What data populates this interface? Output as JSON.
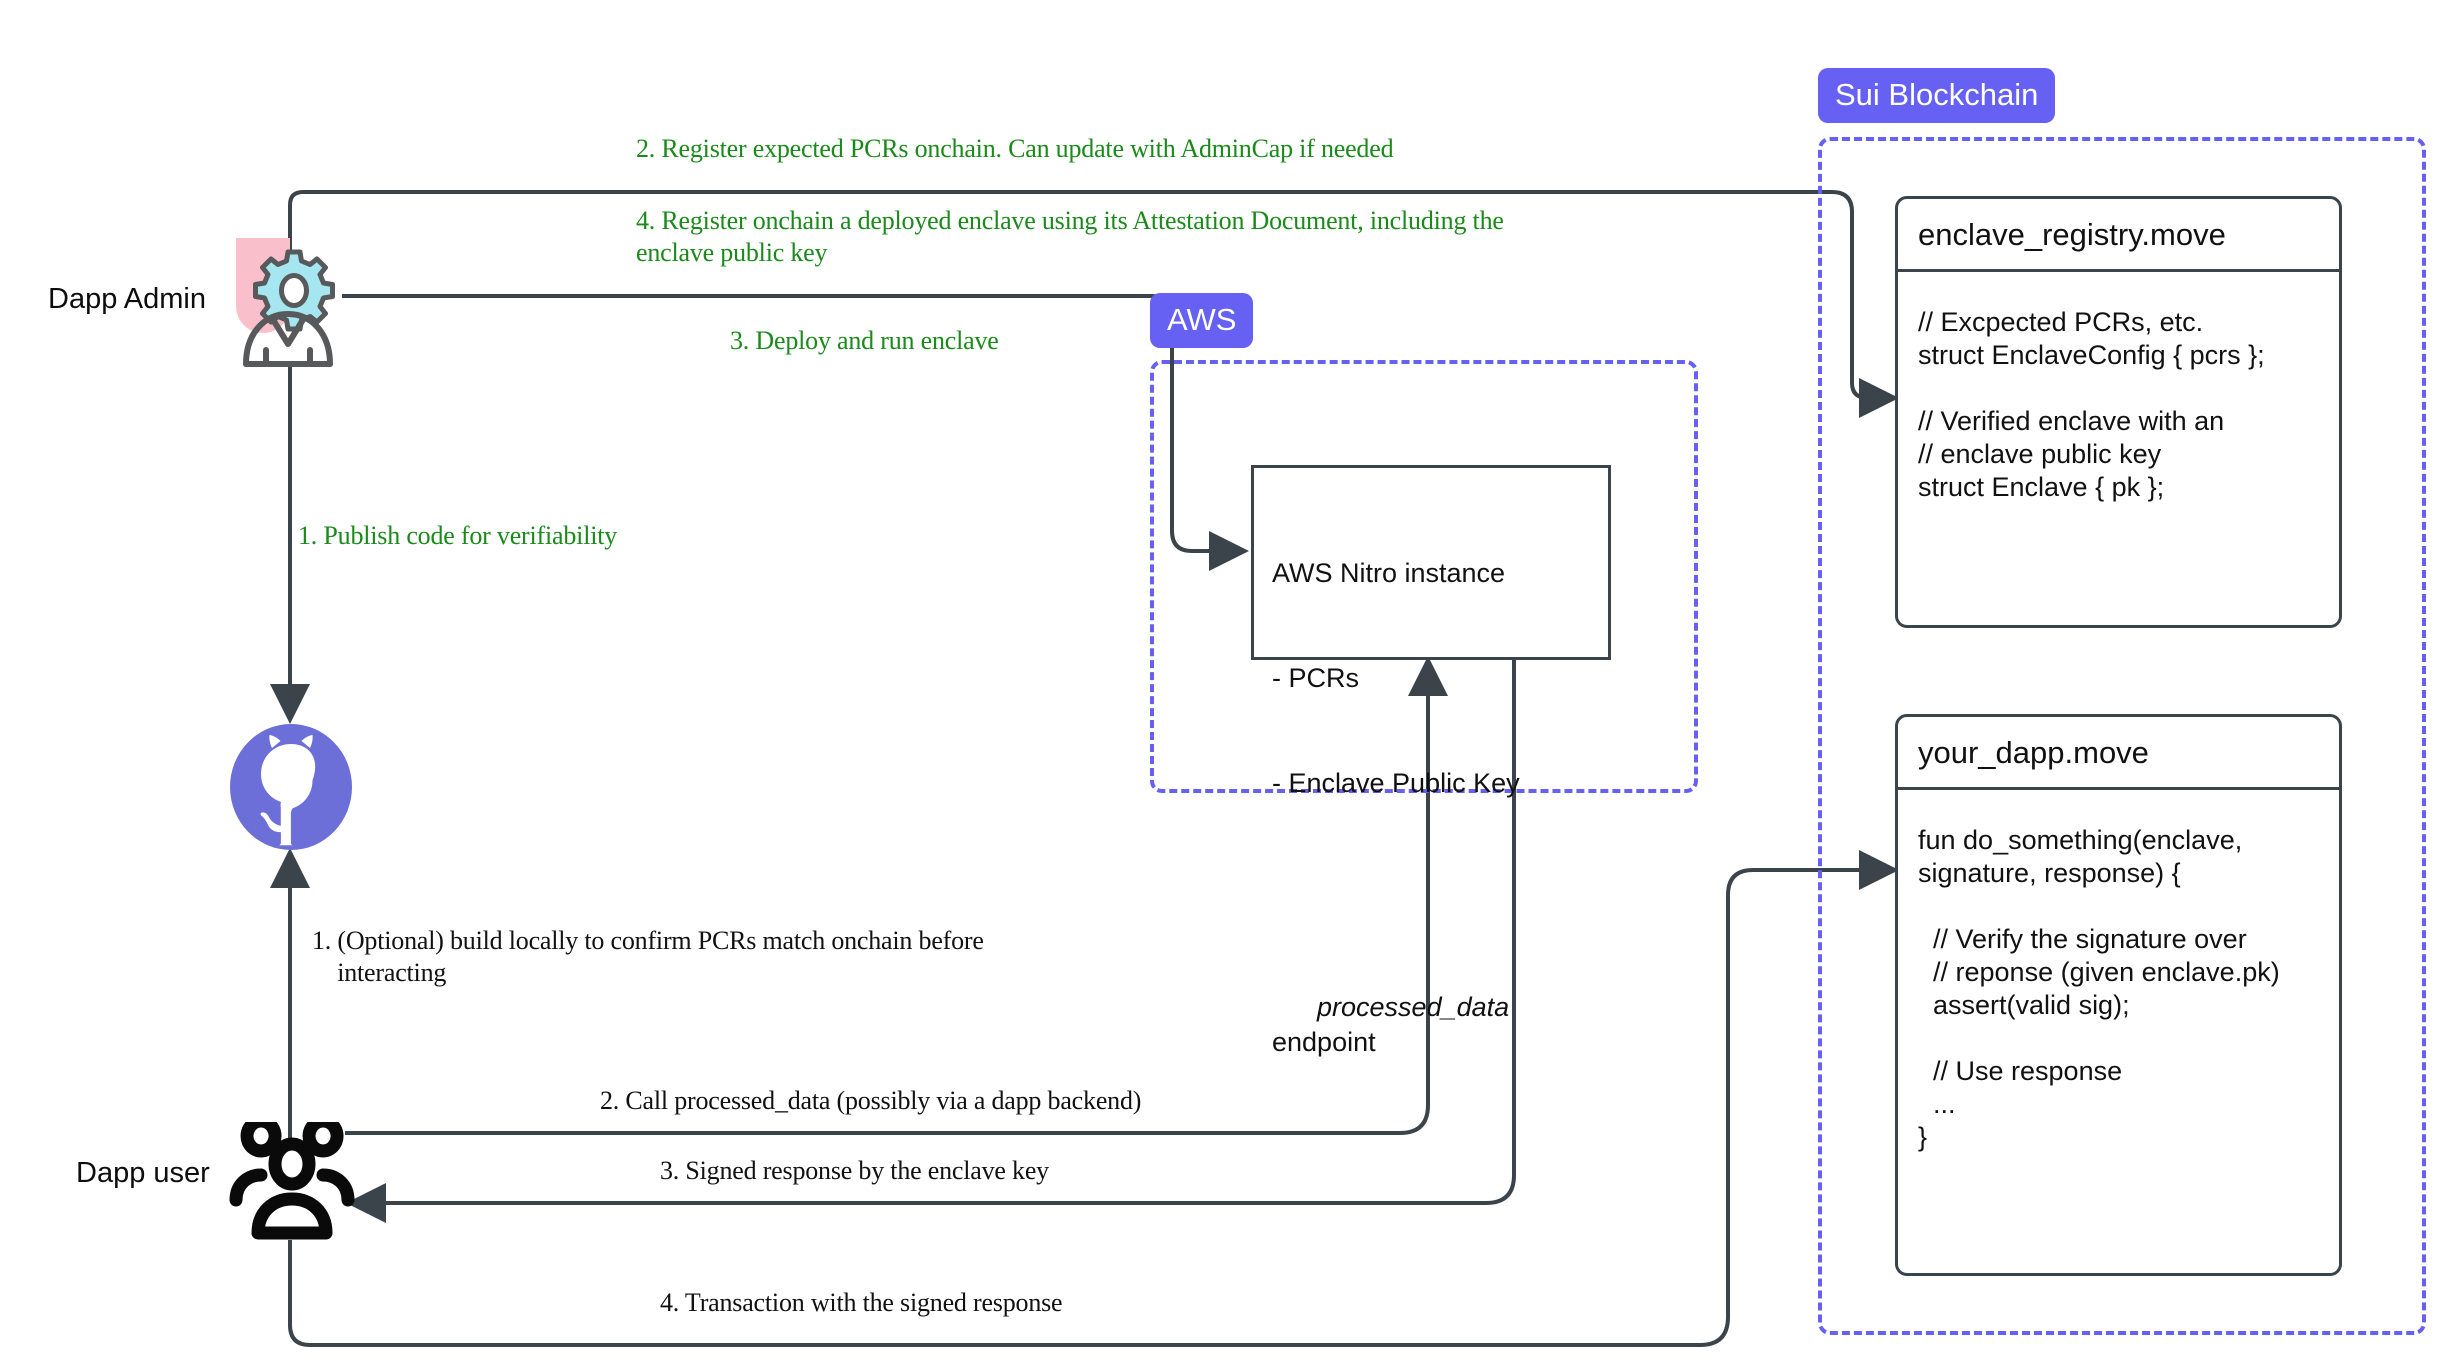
{
  "diagram": {
    "title": "Sui Nitro Enclave attestation flow",
    "colors": {
      "green_label": "#1a8a1a",
      "black_label": "#111111",
      "zone_purple": "#6661f2",
      "badge_purple": "#6661f2",
      "wire_gray": "#3b444b",
      "github_purple": "#6c6fd8",
      "gear_cyan": "#a6e6f0",
      "admin_pink": "#f9c0cb"
    }
  },
  "actors": {
    "admin_label": "Dapp Admin",
    "user_label": "Dapp user",
    "admin_icon": "person-with-gear-icon",
    "user_icon": "group-of-users-icon",
    "repo_icon": "github-octocat-icon"
  },
  "zones": {
    "aws": {
      "badge": "AWS"
    },
    "sui": {
      "badge": "Sui Blockchain"
    }
  },
  "nitro_box": {
    "name": "aws-nitro-instance-box",
    "line1": "AWS Nitro instance",
    "line2": "- PCRs",
    "line3": "- Enclave Public Key",
    "endpoint_italic": "processed_data",
    "endpoint_rest": " endpoint"
  },
  "modules": [
    {
      "id": "enclave_registry",
      "header": "enclave_registry.move",
      "body": "// Excpected PCRs, etc.\nstruct EnclaveConfig { pcrs };\n\n// Verified enclave with an\n// enclave public key\nstruct Enclave { pk };"
    },
    {
      "id": "your_dapp",
      "header": "your_dapp.move",
      "body": "fun do_something(enclave,\nsignature, response) {\n\n  // Verify the signature over\n  // reponse (given enclave.pk)\n  assert(valid sig);\n\n  // Use response\n  ...\n}"
    }
  ],
  "flows": {
    "green": [
      {
        "id": "g2",
        "text": "2. Register expected PCRs onchain. Can update with AdminCap if needed"
      },
      {
        "id": "g4",
        "text": "4. Register onchain a deployed enclave using its Attestation Document, including the\nenclave public key"
      },
      {
        "id": "g3",
        "text": "3. Deploy and run enclave"
      },
      {
        "id": "g1",
        "text": "1. Publish code for verifiability"
      }
    ],
    "black": [
      {
        "id": "b1",
        "text": "1. (Optional) build locally to confirm PCRs match onchain before\n    interacting"
      },
      {
        "id": "b2",
        "text": "2. Call processed_data (possibly via a dapp backend)"
      },
      {
        "id": "b3",
        "text": "3. Signed response by the enclave key"
      },
      {
        "id": "b4",
        "text": "4. Transaction with the signed response"
      }
    ]
  }
}
